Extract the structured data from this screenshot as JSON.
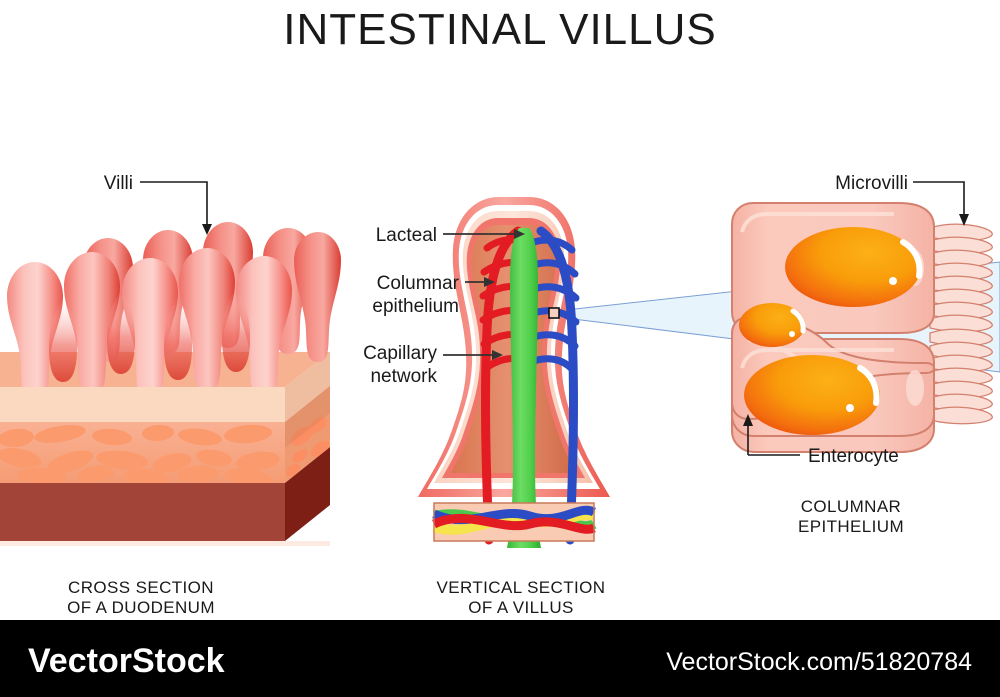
{
  "page": {
    "title": "INTESTINAL VILLUS",
    "background": "#ffffff"
  },
  "panels": {
    "left": {
      "caption_line1": "CROSS SECTION",
      "caption_line2": "OF A DUODENUM",
      "labels": [
        {
          "id": "villi",
          "text": "Villi"
        }
      ]
    },
    "middle": {
      "caption_line1": "VERTICAL SECTION",
      "caption_line2": "OF A VILLUS",
      "labels": [
        {
          "id": "lacteal",
          "text": "Lacteal"
        },
        {
          "id": "columnar-epithelium",
          "text_line1": "Columnar",
          "text_line2": "epithelium"
        },
        {
          "id": "capillary-network",
          "text_line1": "Capillary",
          "text_line2": "network"
        }
      ]
    },
    "right": {
      "caption_line1": "COLUMNAR",
      "caption_line2": "EPITHELIUM",
      "labels": [
        {
          "id": "microvilli",
          "text": "Microvilli"
        },
        {
          "id": "enterocyte",
          "text": "Enterocyte"
        }
      ]
    }
  },
  "watermark": {
    "logo": "VectorStock",
    "url": "VectorStock.com/51820784",
    "bar_color": "#000000",
    "text_color": "#ffffff"
  },
  "colors": {
    "villus_pink_light": "#fcb9b2",
    "villus_pink_mid": "#f79a96",
    "villus_red": "#ef6259",
    "villus_deep_red": "#e0483f",
    "submucosa": "#fbd9c0",
    "muscularis": "#f7a883",
    "muscle_cells": "#fb9a6d",
    "serosa_dark": "#a34438",
    "serosa_darker": "#7d1f15",
    "lacteal_green": "#4cc94c",
    "artery_red": "#e31b23",
    "vein_blue": "#2b4cc4",
    "lymph_yellow": "#f5e44c",
    "lamina_propria": "#e08464",
    "epithelium_pale": "#f9c9b4",
    "cell_body": "#f9c3b7",
    "cell_edge": "#d4806e",
    "nucleus_orange": "#f79b0c",
    "nucleus_orange_dark": "#f2600f",
    "zoom_cone": "#e8f4fb",
    "zoom_cone_stroke": "#7b9fd4",
    "label_text": "#1a1a1a"
  },
  "chart_data": {
    "type": "diagram",
    "subject": "Intestinal villus anatomy",
    "panel_count": 3,
    "structures": [
      "villi",
      "duodenum cross section",
      "lacteal",
      "columnar epithelium",
      "capillary network",
      "enterocyte",
      "microvilli"
    ]
  }
}
